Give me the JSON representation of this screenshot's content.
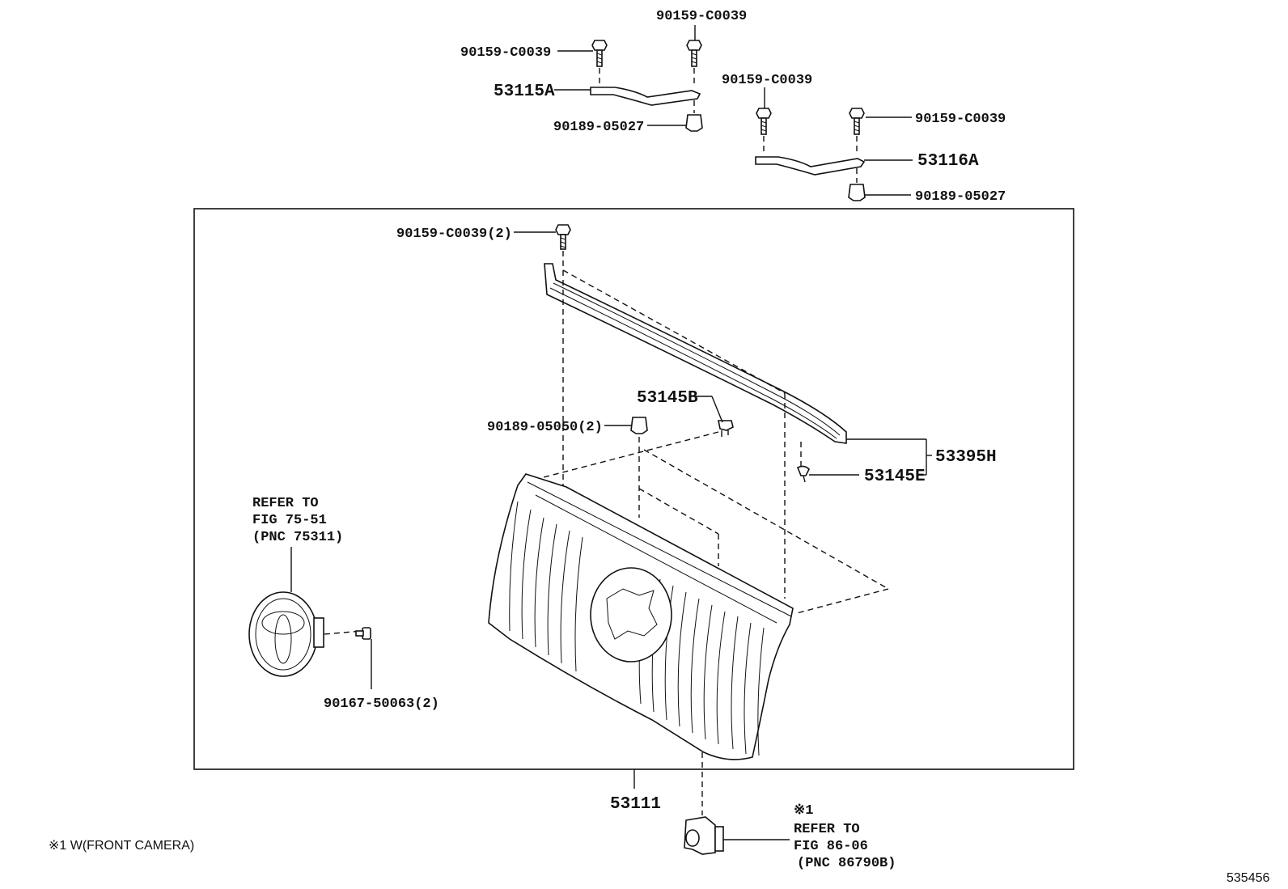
{
  "labels": {
    "bolt_top_center": "90159-C0039",
    "bolt_top_left": "90159-C0039",
    "bracket_left": "53115A",
    "nut_left": "90189-05027",
    "bolt_mid_left": "90159-C0039",
    "bolt_mid_right": "90159-C0039",
    "bracket_right": "53116A",
    "nut_right": "90189-05027",
    "bolt_box": "90159-C0039(2)",
    "clip_53145b": "53145B",
    "nut_box": "90189-05050(2)",
    "clip_53145e": "53145E",
    "molding": "53395H",
    "grille": "53111",
    "screw_emblem": "90167-50063(2)"
  },
  "emblem_ref": {
    "line1": "REFER TO",
    "line2": "FIG 75-51",
    "line3": "(PNC 75311)"
  },
  "camera_ref": {
    "mark": "※1",
    "line1": "REFER TO",
    "line2": "FIG 86-06",
    "line3": "(PNC 86790B)"
  },
  "footnote": "※1 W(FRONT CAMERA)",
  "diagram_code": "535456"
}
